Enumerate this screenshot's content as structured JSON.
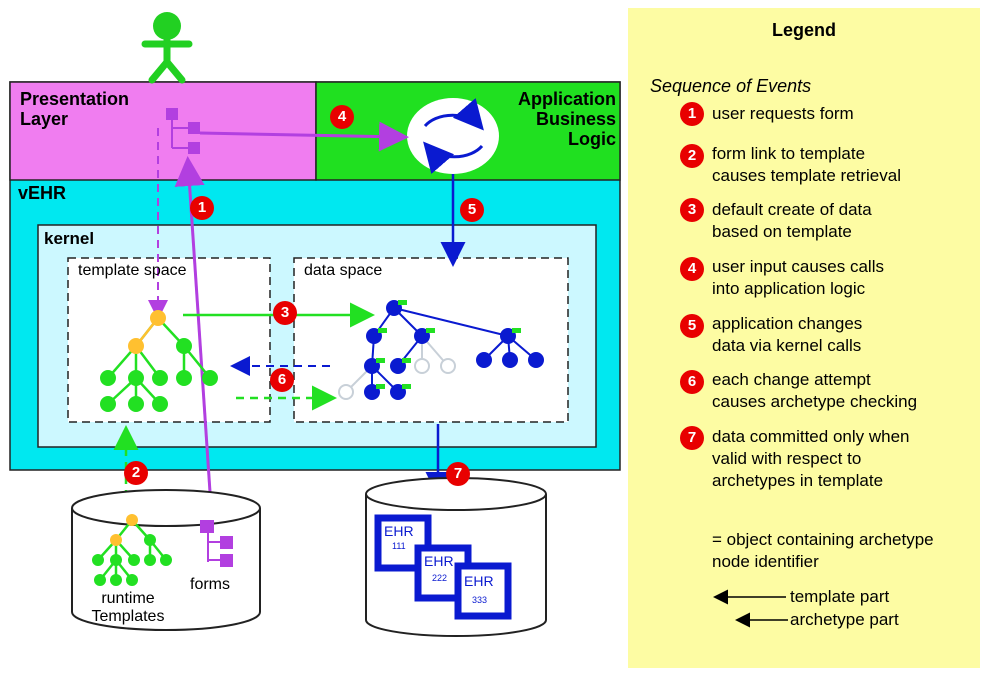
{
  "layers": {
    "presentation": "Presentation\nLayer",
    "application": "Application\nBusiness\nLogic",
    "vehr": "vEHR",
    "kernel": "kernel",
    "template_space": "template space",
    "data_space": "data space"
  },
  "stores": {
    "runtime_templates": "runtime\nTemplates",
    "forms": "forms",
    "ehr_label": "EHR",
    "ehr_ids": [
      "111",
      "222",
      "333"
    ]
  },
  "step_markers": [
    "1",
    "2",
    "3",
    "4",
    "5",
    "6",
    "7"
  ],
  "legend": {
    "title": "Legend",
    "subtitle": "Sequence of Events",
    "events": [
      {
        "num": "1",
        "text": "user requests form"
      },
      {
        "num": "2",
        "text": "form link to template\ncauses template retrieval"
      },
      {
        "num": "3",
        "text": "default create of data\nbased on template"
      },
      {
        "num": "4",
        "text": "user input causes calls\ninto application logic"
      },
      {
        "num": "5",
        "text": "application changes\ndata via kernel calls"
      },
      {
        "num": "6",
        "text": "each change attempt\ncauses archetype checking"
      },
      {
        "num": "7",
        "text": "data committed only when\nvalid with respect to\narchetypes in template"
      }
    ],
    "object_note": "= object containing archetype\nnode identifier",
    "template_part": "template part",
    "archetype_part": "archetype part"
  },
  "colors": {
    "presentation_bg": "#f07df0",
    "application_bg": "#20e020",
    "vehr_bg": "#00e8f0",
    "kernel_bg": "#ccf8ff",
    "legend_bg": "#fdfca3",
    "marker_red": "#e80000",
    "flow_purple": "#b23fe0",
    "flow_green": "#22e022",
    "data_blue": "#0a1ad0",
    "template_orange": "#ffc030"
  }
}
